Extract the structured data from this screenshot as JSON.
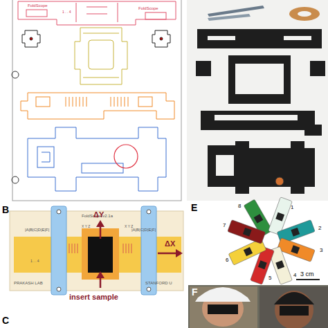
{
  "diagram": {
    "nodes": [
      {
        "text": [
          "FoldScope v2.1a",
          "|A|B|C|D|E|F|",
          "X Y Z",
          "X Y Z",
          "|A|B|C|D|E|F|",
          "1 . . 4",
          "PRAKASH LAB",
          "STANFORD U"
        ]
      }
    ],
    "labels": [
      "FoldScope",
      "1 . . 4",
      "FoldScope",
      "B",
      "ΔY",
      "ΔX",
      "insert sample",
      "C",
      "E",
      "8",
      "1",
      "7",
      "2",
      "3",
      "6",
      "4",
      "5",
      "3 cm",
      "F"
    ]
  }
}
